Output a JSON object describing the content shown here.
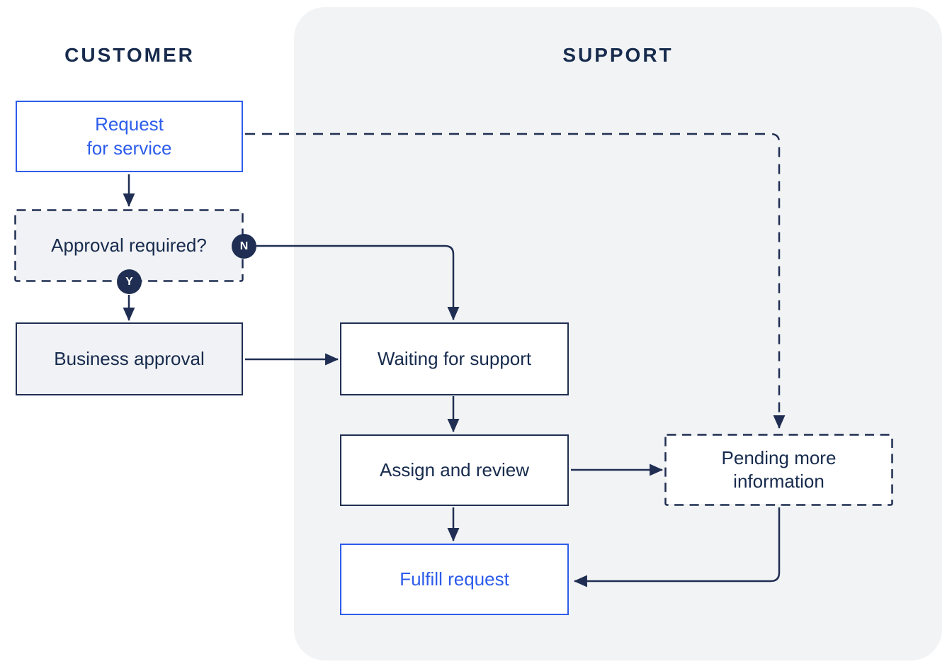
{
  "diagram": {
    "lanes": [
      {
        "title": "CUSTOMER"
      },
      {
        "title": "SUPPORT"
      }
    ],
    "nodes": {
      "request_for_service": {
        "lines": [
          "Request",
          "for service"
        ]
      },
      "approval_required": {
        "label": "Approval required?"
      },
      "business_approval": {
        "label": "Business approval"
      },
      "waiting_for_support": {
        "label": "Waiting for support"
      },
      "assign_and_review": {
        "label": "Assign and review"
      },
      "pending_more_information": {
        "lines": [
          "Pending more",
          "information"
        ]
      },
      "fulfill_request": {
        "label": "Fulfill request"
      }
    },
    "decision_badges": {
      "no_label": "N",
      "yes_label": "Y"
    },
    "colors": {
      "accent_blue": "#2D5CEB",
      "navy": "#1F2E52",
      "text_navy": "#172B4D",
      "panel_bg": "#F2F3F5",
      "gray_box_bg": "#F1F2F5",
      "white_box_bg": "#FFFFFF"
    }
  }
}
